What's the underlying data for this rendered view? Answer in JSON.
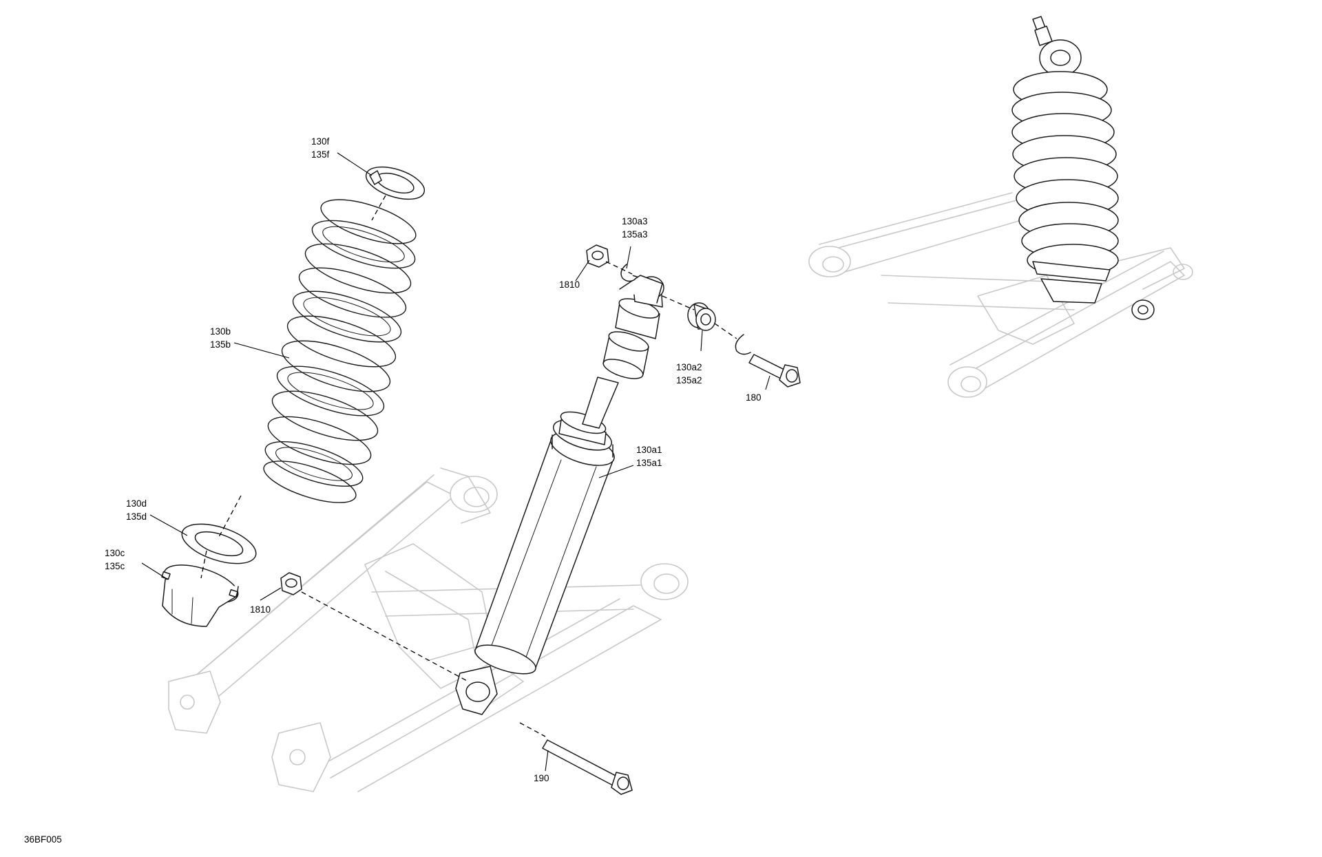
{
  "diagram": {
    "code": "36BF005",
    "callouts": {
      "spring_seat_top": [
        "130f",
        "135f"
      ],
      "spring": [
        "130b",
        "135b"
      ],
      "spring_seat_lower": [
        "130d",
        "135d"
      ],
      "adjuster_ring": [
        "130c",
        "135c"
      ],
      "nut_lower": "1810",
      "nut_upper": "1810",
      "circlip": [
        "130a3",
        "135a3"
      ],
      "bushing": [
        "130a2",
        "135a2"
      ],
      "bolt_upper": "180",
      "shock_body": [
        "130a1",
        "135a1"
      ],
      "bolt_lower": "190"
    }
  }
}
